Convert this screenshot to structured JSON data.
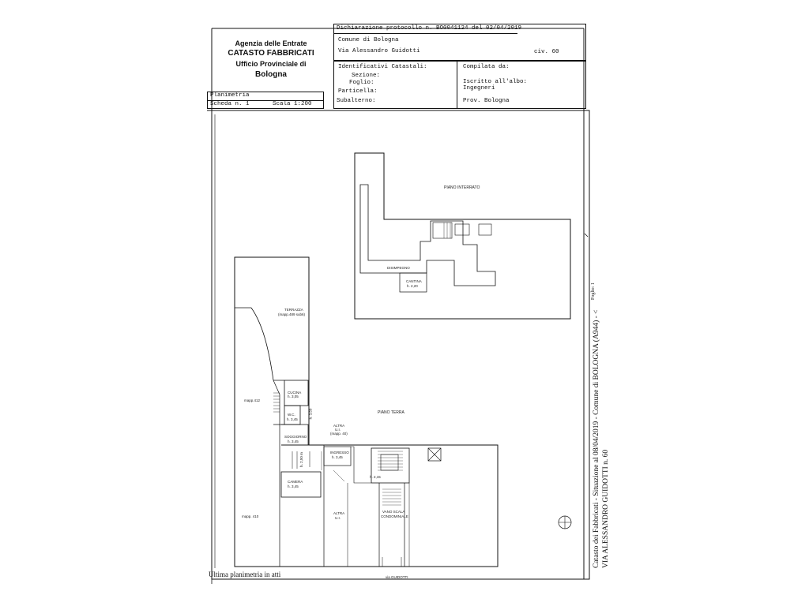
{
  "agency": {
    "line1": "Agenzia delle Entrate",
    "line2": "CATASTO FABBRICATI",
    "line3": "Ufficio Provinciale di",
    "line4": "Bologna"
  },
  "header": {
    "protocol": "Dichiarazione protocollo n. BO0041124 del  02/04/2019",
    "comune": "Comune di Bologna",
    "via": "Via Alessandro Guidotti",
    "civ": "civ. 60"
  },
  "identificativi": {
    "title": "Identificativi Catastali:",
    "sezione": "Sezione:",
    "foglio": "Foglio:",
    "particella": "Particella:",
    "subalterno": "Subalterno:"
  },
  "compilata": {
    "title": "Compilata da:",
    "iscritto": "Iscritto all'albo:",
    "ingegneri": "Ingegneri",
    "prov": "Prov. Bologna"
  },
  "planimetria": {
    "label": "Planimetria",
    "scheda": "Scheda n. 1",
    "scala": "Scala 1:200"
  },
  "footer": {
    "ultima": "Ultima planimetria in atti",
    "side1": "Catasto dei Fabbricati - Situazione al 08/04/2019 - Comune di BOLOGNA (A944) - <",
    "side2": "VIA ALESSANDRO GUIDOTTI n. 60",
    "side_top": "Foglio: 1"
  },
  "plan": {
    "piano_interrato": "PIANO INTERRATO",
    "disimpegno": "DISIMPEGNO",
    "cantina_top": "CANTINA",
    "cantina_top_h": "h. 2,20",
    "terrazza": "TERRAZZA",
    "terrazza_sub": "(mapp.489 sub6)",
    "cucina": "CUCINA",
    "cucina_h": "h. 3,05",
    "wc": "W.C.",
    "wc_h": "h. 3,45",
    "wc_side": "h. 3,50",
    "mapp412": "mapp.412",
    "piano_terra": "PIANO TERRA",
    "altra_ui": "ALTRA",
    "altra_ui2": "U.I.",
    "altra_ui_sub": "(mapp. 40)",
    "soggiorno": "SOGGIORNO",
    "soggiorno_h": "h. 3,45",
    "h350": "h. 2,50 m",
    "ingresso": "INGRESSO",
    "ingresso_h": "h. 3,45",
    "h215": "h. 2,15",
    "camera": "CAMERA",
    "camera_h": "h. 3,45",
    "mapp410": "mapp. 410",
    "altra_ui_b": "ALTRA",
    "altra_ui_b2": "U.I.",
    "vano_scala": "VANO SCALA",
    "vano_scala2": "CONDOMINIALE",
    "via_guidotti": "via GUIDOTTI"
  }
}
